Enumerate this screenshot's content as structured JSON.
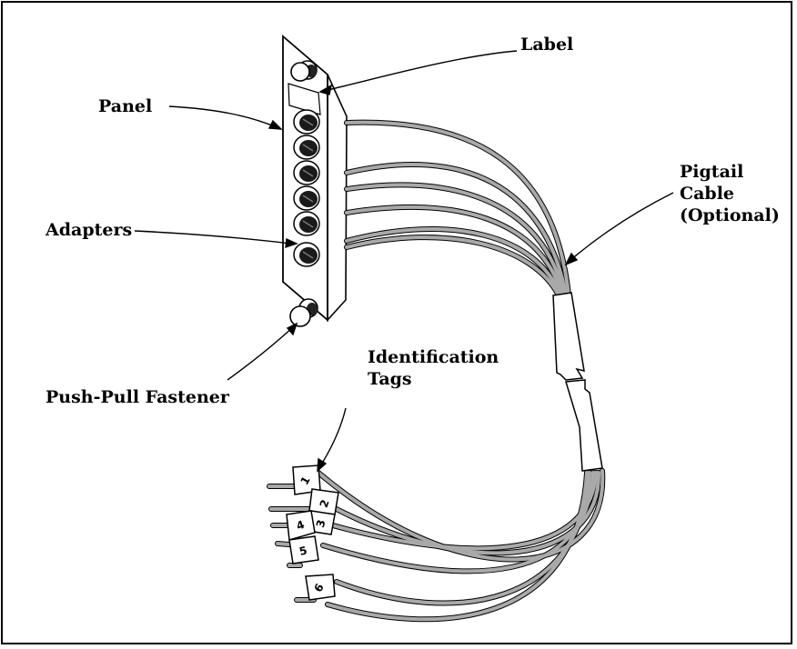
{
  "labels": {
    "label": "Label",
    "panel": "Panel",
    "pigtail_line1": "Pigtail",
    "pigtail_line2": "Cable",
    "pigtail_line3": "(Optional)",
    "adapters": "Adapters",
    "fastener": "Push-Pull Fastener",
    "id_line1": "Identification",
    "id_line2": "Tags"
  },
  "tags": [
    "1",
    "2",
    "3",
    "4",
    "5",
    "6"
  ],
  "colors": {
    "cable": "#a9a9a9",
    "outline": "#000000",
    "background": "#ffffff"
  }
}
